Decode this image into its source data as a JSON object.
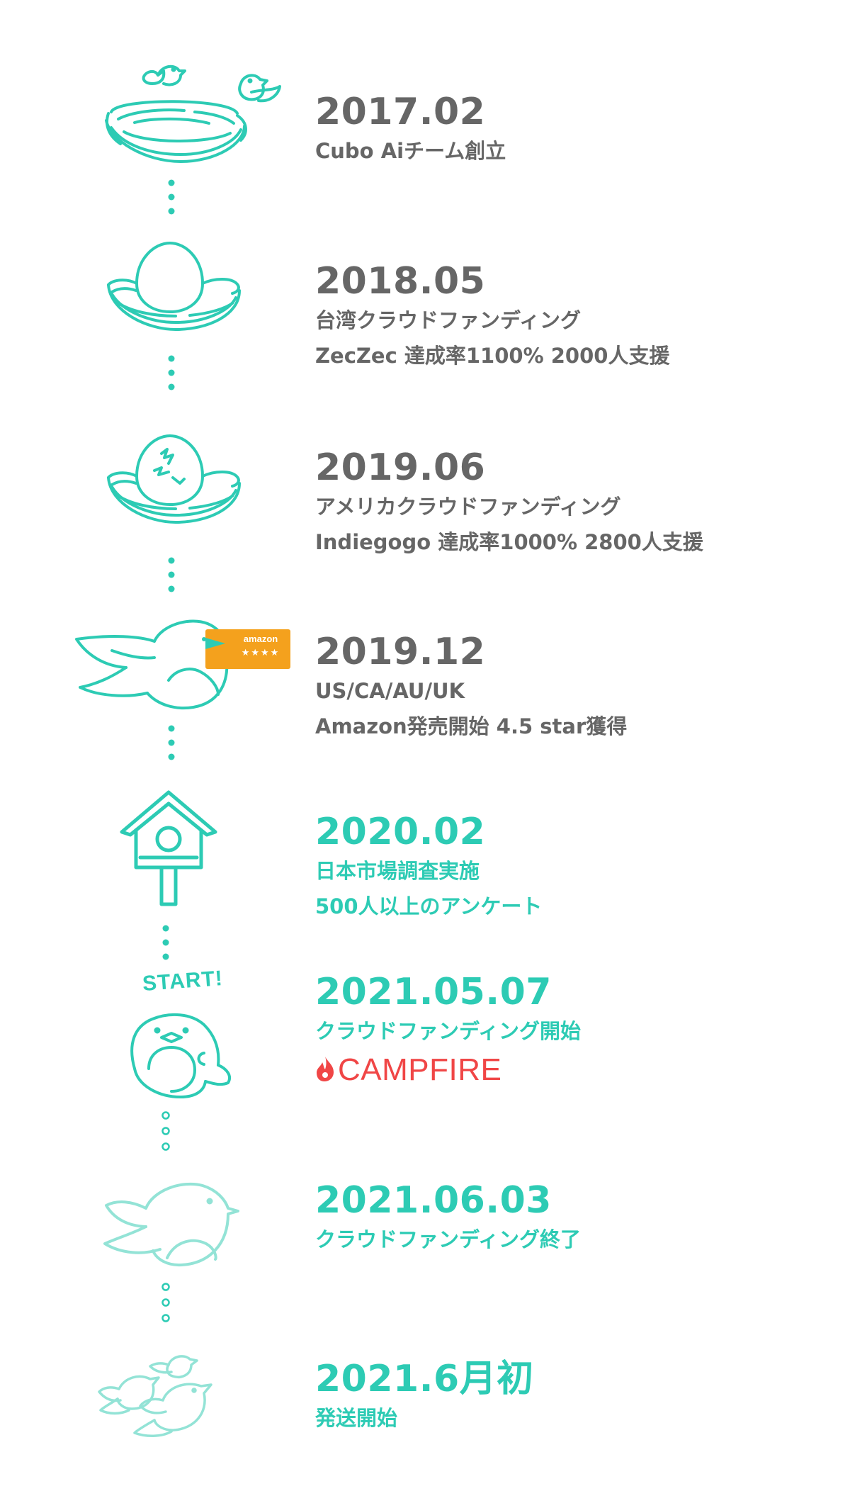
{
  "colors": {
    "teal": "#2dcbb4",
    "teal_light": "#93e3d6",
    "gray": "#666666",
    "amazon_orange": "#f4a11d",
    "campfire_red": "#f04646"
  },
  "timeline": [
    {
      "icon": "nest-birds-icon",
      "date": "2017.02",
      "lines": [
        "Cubo Aiチーム創立"
      ]
    },
    {
      "icon": "egg-nest-icon",
      "date": "2018.05",
      "lines": [
        "台湾クラウドファンディング",
        "ZecZec 達成率1100% 2000人支援"
      ]
    },
    {
      "icon": "cracked-egg-nest-icon",
      "date": "2019.06",
      "lines": [
        "アメリカクラウドファンディング",
        "Indiegogo 達成率1000% 2800人支援"
      ]
    },
    {
      "icon": "bird-amazon-ticket-icon",
      "ticket_label": "amazon",
      "ticket_stars": "★★★★",
      "date": "2019.12",
      "lines": [
        "US/CA/AU/UK",
        "Amazon発売開始 4.5 star獲得"
      ]
    },
    {
      "icon": "birdhouse-icon",
      "date": "2020.02",
      "lines": [
        "日本市場調査実施",
        "500人以上のアンケート"
      ]
    },
    {
      "icon": "start-bird-icon",
      "icon_text": "START!",
      "date": "2021.05.07",
      "lines": [
        "クラウドファンディング開始"
      ],
      "logo": {
        "icon": "campfire-flame-icon",
        "text": "CAMPFIRE"
      }
    },
    {
      "icon": "flying-bird-icon",
      "date": "2021.06.03",
      "lines": [
        "クラウドファンディング終了"
      ]
    },
    {
      "icon": "bird-flock-icon",
      "date": "2021.6月初",
      "lines": [
        "発送開始"
      ]
    }
  ]
}
